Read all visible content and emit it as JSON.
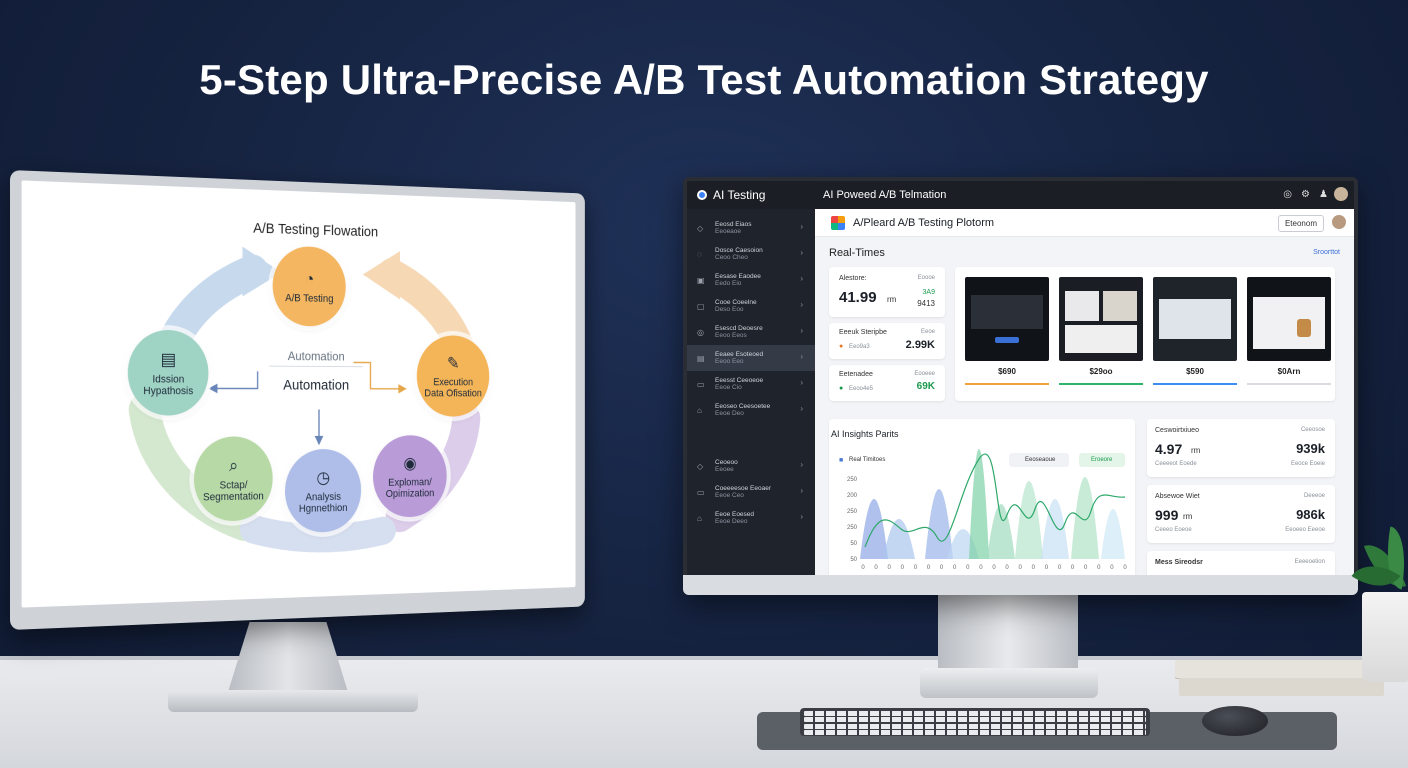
{
  "headline": "5-Step Ultra-Precise A/B Test Automation Strategy",
  "flow": {
    "title": "A/B Testing Flowation",
    "center_top": "Automation",
    "center_main": "Automation",
    "nodes": [
      {
        "label": "A/B Testing",
        "icon": "gauge-icon"
      },
      {
        "label": "Execution\nData Ofisation",
        "icon": "edit-icon"
      },
      {
        "label": "Exploman/\nOpimization",
        "icon": "location-icon"
      },
      {
        "label": "Analysis\nHgnnethion",
        "icon": "clock-icon"
      },
      {
        "label": "Sctap/\nSegmentation",
        "icon": "search-icon"
      },
      {
        "label": "Idssion\nHypathosis",
        "icon": "form-icon"
      }
    ]
  },
  "dashboard": {
    "brand": "AI Testing",
    "top_title": "AI Poweed A/B Telmation",
    "platform_title": "A/Pleard A/B Testing Plotorm",
    "header_button": "Eteonom",
    "section_title": "Real-Times",
    "section_link": "Sroorttot",
    "sidebar": [
      {
        "l1": "Eeosd Eiaos",
        "l2": "Eeoeaoe"
      },
      {
        "l1": "Dosce Caesoion",
        "l2": "Ceoo Cheo"
      },
      {
        "l1": "Eesase Eaodee",
        "l2": "Eedo Eio"
      },
      {
        "l1": "Cooe Coeelne",
        "l2": "Deso Eoo"
      },
      {
        "l1": "Esescd Deoesre",
        "l2": "Eeoo Eeos"
      },
      {
        "l1": "Eeaee Esoteoed",
        "l2": "Eeoo Eeo"
      },
      {
        "l1": "Eeesst Ceeoeoe",
        "l2": "Eeoe Cio"
      },
      {
        "l1": "Eeoseo Ceesoetee",
        "l2": "Eeoe Deo"
      },
      {
        "l1": "Ceoeoo",
        "l2": "Eeoee"
      },
      {
        "l1": "Coeeeesoe Eeoaer",
        "l2": "Eeoe Ceo"
      },
      {
        "l1": "Eeoe Eoesed",
        "l2": "Eeoe Deeo"
      }
    ],
    "metrics": [
      {
        "label": "Alestore:",
        "value": "41.99",
        "unit": "rm",
        "side_label": "Eoooe",
        "side_value": "3A9",
        "side_value2": "9413"
      },
      {
        "label": "Eeeuk Steripbe",
        "value": "2.99K",
        "sub": "Eeo9a3",
        "side_label": "Eeoe"
      },
      {
        "label": "Eetenadee",
        "value": "69K",
        "sub": "Eeoo4e5",
        "side_label": "Eooeee"
      }
    ],
    "thumbnails": [
      {
        "label": "$690",
        "color": "#f2a23a"
      },
      {
        "label": "$29oo",
        "color": "#2fb36b"
      },
      {
        "label": "$590",
        "color": "#3a8ef2"
      },
      {
        "label": "$0Arn",
        "color": "#d9dbe0"
      }
    ],
    "insights": {
      "title": "AI Insights Parits",
      "legend_left": "Real Timitoes",
      "legend_mid": "Eeoseaoue",
      "legend_right": "Eroeore",
      "y_ticks": [
        "250",
        "200",
        "250",
        "250",
        "50",
        "50"
      ],
      "x_ticks": [
        "0",
        "0",
        "0",
        "0",
        "0",
        "0",
        "0",
        "0",
        "0",
        "0",
        "0",
        "0",
        "0",
        "0",
        "0",
        "0",
        "0",
        "0",
        "0",
        "0",
        "0"
      ]
    },
    "right_metrics": [
      {
        "label": "Ceswoirtxiueo",
        "side": "Ceeosoe",
        "value": "4.97",
        "unit": "rm",
        "side_value": "939k",
        "sub": "Ceeeeot Eoede",
        "side_sub": "Eeoce Eoeie"
      },
      {
        "label": "Absewoe Wiet",
        "side": "Deeeoe",
        "value": "999",
        "unit": "rm",
        "side_value": "986k",
        "sub": "Ceeeo Eoeoe",
        "side_sub": "Eeoeeo Eeeoe"
      },
      {
        "label": "Mess Sireodsr",
        "side": "Eeeeoetion",
        "value": "",
        "side_value": ""
      }
    ]
  }
}
